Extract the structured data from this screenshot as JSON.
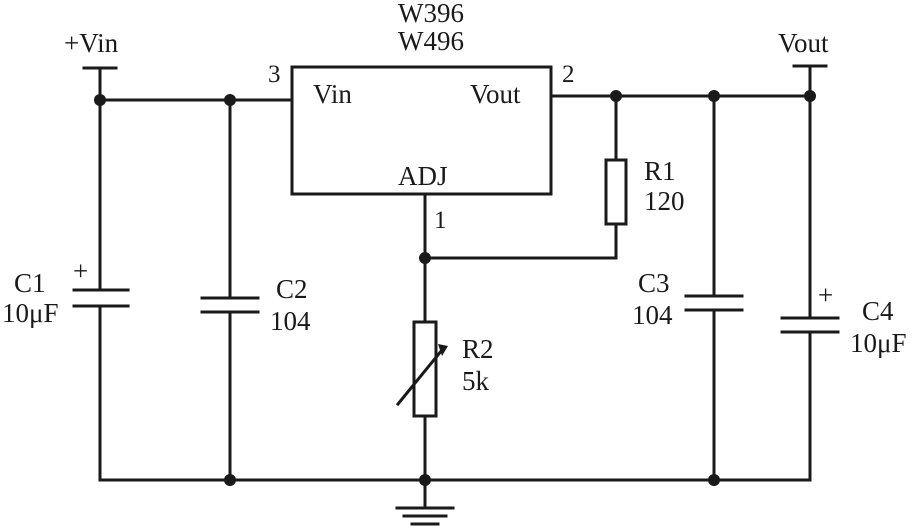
{
  "ic": {
    "part_line1": "W396",
    "part_line2": "W496",
    "pin_vin": "Vin",
    "pin_vout": "Vout",
    "pin_adj": "ADJ",
    "pin3": "3",
    "pin2": "2",
    "pin1": "1"
  },
  "rails": {
    "input": "+Vin",
    "output": "Vout"
  },
  "components": {
    "c1": {
      "name": "C1",
      "value": "10μF",
      "polarity": "+"
    },
    "c2": {
      "name": "C2",
      "value": "104"
    },
    "c3": {
      "name": "C3",
      "value": "104"
    },
    "c4": {
      "name": "C4",
      "value": "10μF",
      "polarity": "+"
    },
    "r1": {
      "name": "R1",
      "value": "120"
    },
    "r2": {
      "name": "R2",
      "value": "5k"
    }
  }
}
